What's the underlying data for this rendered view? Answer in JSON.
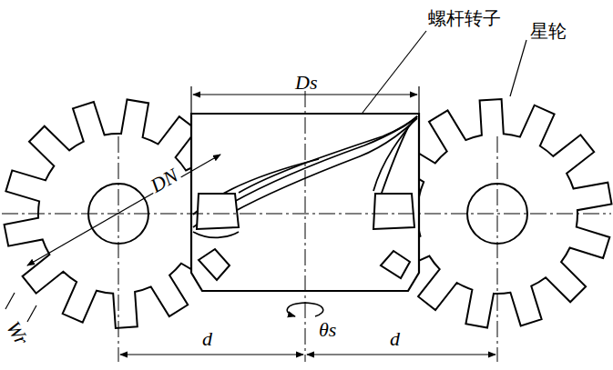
{
  "diagram": {
    "labels": [
      "螺杆转子",
      "Ds",
      "星轮",
      "DN",
      "Wr",
      "d",
      "θs",
      "d"
    ]
  }
}
